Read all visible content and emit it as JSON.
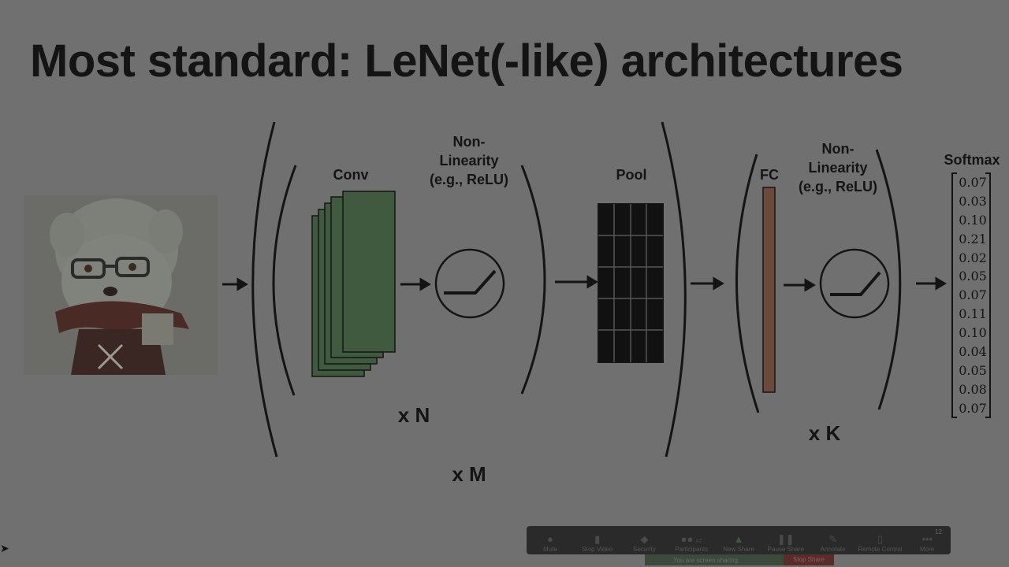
{
  "slide": {
    "title": "Most standard: LeNet(-like) architectures",
    "labels": {
      "conv": "Conv",
      "nonlin1_line1": "Non-",
      "nonlin1_line2": "Linearity",
      "nonlin1_line3": "(e.g., ReLU)",
      "pool": "Pool",
      "fc": "FC",
      "nonlin2_line1": "Non-",
      "nonlin2_line2": "Linearity",
      "nonlin2_line3": "(e.g., ReLU)",
      "softmax": "Softmax",
      "repeat_n": "x N",
      "repeat_m": "x M",
      "repeat_k": "x K"
    },
    "softmax_values": [
      "0.07",
      "0.03",
      "0.10",
      "0.21",
      "0.02",
      "0.05",
      "0.07",
      "0.11",
      "0.10",
      "0.04",
      "0.05",
      "0.08",
      "0.07"
    ],
    "colors": {
      "background": "#707070",
      "conv_fill": "#3f5a3f",
      "fc_fill": "#6b4a3a",
      "pool_fill": "#111111",
      "ink": "#141414"
    }
  },
  "zoom_toolbar": {
    "items": [
      {
        "icon": "microphone-icon",
        "label": "Mute"
      },
      {
        "icon": "video-camera-icon",
        "label": "Stop Video"
      },
      {
        "icon": "shield-icon",
        "label": "Security"
      },
      {
        "icon": "participants-icon",
        "label": "Participants"
      },
      {
        "icon": "share-arrow-icon",
        "label": "New Share"
      },
      {
        "icon": "pause-icon",
        "label": "Pause Share"
      },
      {
        "icon": "pencil-icon",
        "label": "Annotate"
      },
      {
        "icon": "remote-control-icon",
        "label": "Remote Control"
      },
      {
        "icon": "more-icon",
        "label": "More"
      }
    ],
    "participants_count": "47",
    "more_badge": "12",
    "sharing_text": "You are screen sharing",
    "stop_share_label": "Stop Share"
  }
}
